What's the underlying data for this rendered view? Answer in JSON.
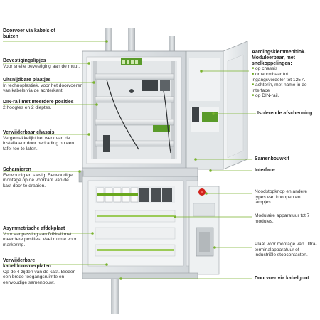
{
  "accent": "#7ab32e",
  "labels": {
    "doorvoer_top": {
      "title": "Doorvoer via kabels of buizen"
    },
    "bevestigingslipjes": {
      "title": "Bevestigingslipjes",
      "text": "Voor snelle bevestiging aan de muur."
    },
    "uitsnijdbare": {
      "title": "Uitsnijdbare plaatjes",
      "text": "In technoplastiek, voor het doorvoeren van kabels via de achterkant."
    },
    "dinrail": {
      "title": "DIN-rail met meerdere posities",
      "text": "2 hoogtes en 2 dieptes."
    },
    "chassis": {
      "title": "Verwijderbaar chassis",
      "text": "Vergemakkelijkt het werk van de installateur door bedrading op een tafel toe te laten."
    },
    "scharnieren": {
      "title": "Scharnieren",
      "text": "Eenvoudig en stevig. Eenvoudige montage op de voorkant van de kast door te draaien."
    },
    "afdekplaat": {
      "title": "Asymmetrische afdekplaat",
      "text": "Voor aanpassing aan DINrail met meerdere posities. Veel ruimte voor markering."
    },
    "kabeldoorvoer": {
      "title": "Verwijderbare kabeldoorvoerplaten",
      "text": "Op de 4 zijden van de kast. Bieden een brede toegangsruimte en eenvoudige samenbouw."
    },
    "aarding": {
      "title": "Aardingsklemmenblok. Moduleerbaar, met snelkoppelingen:",
      "bullets": [
        "op chassis",
        "omvormbaar tot ingangsverdeler tot 125 A",
        "achterin, met name in de interface",
        "op DIN-rail."
      ]
    },
    "isolerende": {
      "title": "Isolerende afscherming"
    },
    "samenbouwkit": {
      "title": "Samenbouwkit"
    },
    "interface": {
      "title": "Interface"
    },
    "noodstop": {
      "text": "Noodstopknop en andere types van knoppen en lampjes."
    },
    "modulaire": {
      "text": "Modulaire apparatuur tot 7 modules."
    },
    "plaat": {
      "text": "Plaat voor montage van Ultra-terminalapparatuur of industriële stopcontacten."
    },
    "doorvoer_kabelgoot": {
      "title": "Doorvoer via kabelgoot"
    }
  }
}
